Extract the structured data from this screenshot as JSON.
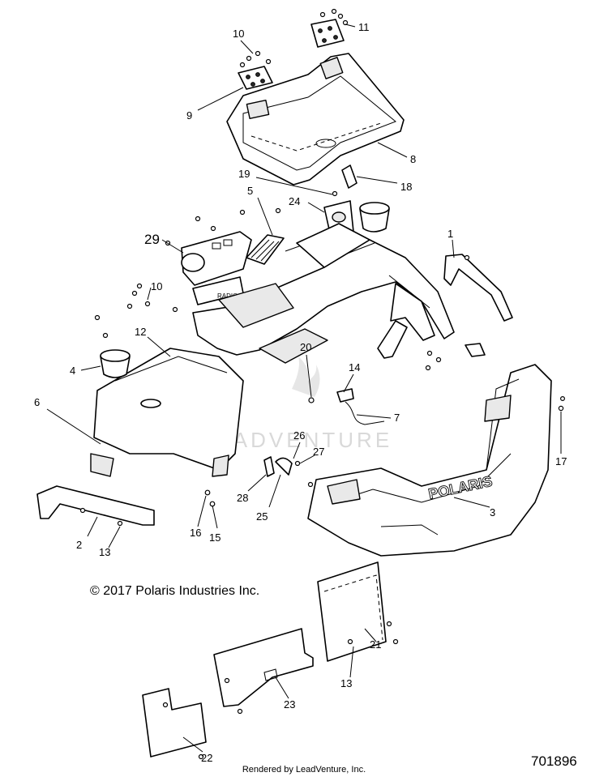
{
  "copyright": "© 2017 Polaris Industries Inc.",
  "footer": "Rendered by LeadVenture, Inc.",
  "drawing_number": "701896",
  "watermark": "LEADVENTURE",
  "panel_labels": {
    "radio": "RADIO",
    "brand": "POLARIS"
  },
  "callouts": {
    "c1": "1",
    "c2": "2",
    "c3": "3",
    "c4": "4",
    "c5": "5",
    "c6": "6",
    "c7": "7",
    "c8": "8",
    "c9": "9",
    "c10a": "10",
    "c10b": "10",
    "c11": "11",
    "c12": "12",
    "c13a": "13",
    "c13b": "13",
    "c14": "14",
    "c15": "15",
    "c16": "16",
    "c17": "17",
    "c18": "18",
    "c19": "19",
    "c20": "20",
    "c21": "21",
    "c22": "22",
    "c23": "23",
    "c24": "24",
    "c25": "25",
    "c26": "26",
    "c27": "27",
    "c28": "28",
    "c29": "29"
  }
}
